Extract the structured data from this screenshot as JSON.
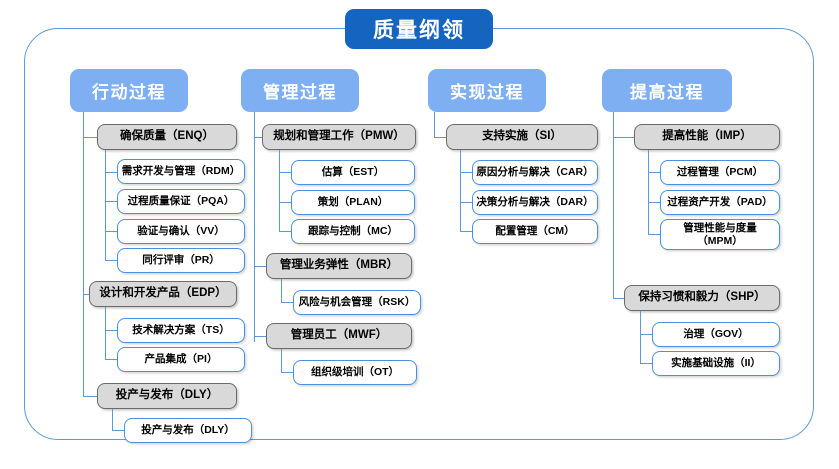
{
  "title": "质量纲领",
  "columns": [
    {
      "id": "action-process",
      "header": "行动过程",
      "groups": [
        {
          "name": "确保质量（ENQ）",
          "items": [
            "需求开发与管理（RDM）",
            "过程质量保证（PQA）",
            "验证与确认（VV）",
            "同行评审（PR）"
          ]
        },
        {
          "name": "设计和开发产品（EDP）",
          "items": [
            "技术解决方案（TS）",
            "产品集成（PI）"
          ]
        },
        {
          "name": "投产与发布（DLY）",
          "items": [
            "投产与发布（DLY）"
          ]
        }
      ]
    },
    {
      "id": "management-process",
      "header": "管理过程",
      "groups": [
        {
          "name": "规划和管理工作（PMW）",
          "items": [
            "估算（EST）",
            "策划（PLAN）",
            "跟踪与控制（MC）"
          ]
        },
        {
          "name": "管理业务弹性（MBR）",
          "items": [
            "风险与机会管理（RSK）"
          ]
        },
        {
          "name": "管理员工（MWF）",
          "items": [
            "组织级培训（OT）"
          ]
        }
      ]
    },
    {
      "id": "realization-process",
      "header": "实现过程",
      "groups": [
        {
          "name": "支持实施（SI）",
          "items": [
            "原因分析与解决（CAR）",
            "决策分析与解决（DAR）",
            "配置管理（CM）"
          ]
        }
      ]
    },
    {
      "id": "improvement-process",
      "header": "提高过程",
      "groups": [
        {
          "name": "提高性能（IMP）",
          "items": [
            "过程管理（PCM）",
            "过程资产开发（PAD）",
            "管理性能与度量\n（MPM）"
          ]
        },
        {
          "name": "保持习惯和毅力（SHP）",
          "items": [
            "治理（GOV）",
            "实施基础设施（II）"
          ]
        }
      ]
    }
  ],
  "colors": {
    "root_fill": "#1564c0",
    "header_fill": "#7eaff2",
    "category_fill": "#d9d9d9",
    "category_border": "#6b6b6b",
    "leaf_border": "#4a90e2",
    "connector": "#5b9bd5",
    "frame_border": "#5b9bd5"
  }
}
